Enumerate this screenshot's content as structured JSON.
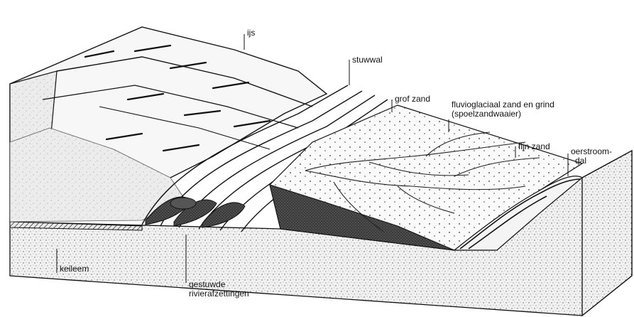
{
  "labels": {
    "ijs": "ijs",
    "stuwwal": "stuwwal",
    "grof_zand": "grof zand",
    "fluvio_line1": "fluvioglaciaal zand en grind",
    "fluvio_line2": "(spoelzandwaaier)",
    "fijn_zand": "fijn zand",
    "oerstroomdal_line1": "oerstroom-",
    "oerstroomdal_line2": "dal",
    "keileem": "keileem",
    "gestuwde_line1": "gestuwde",
    "gestuwde_line2": "rivierafzettingen"
  }
}
